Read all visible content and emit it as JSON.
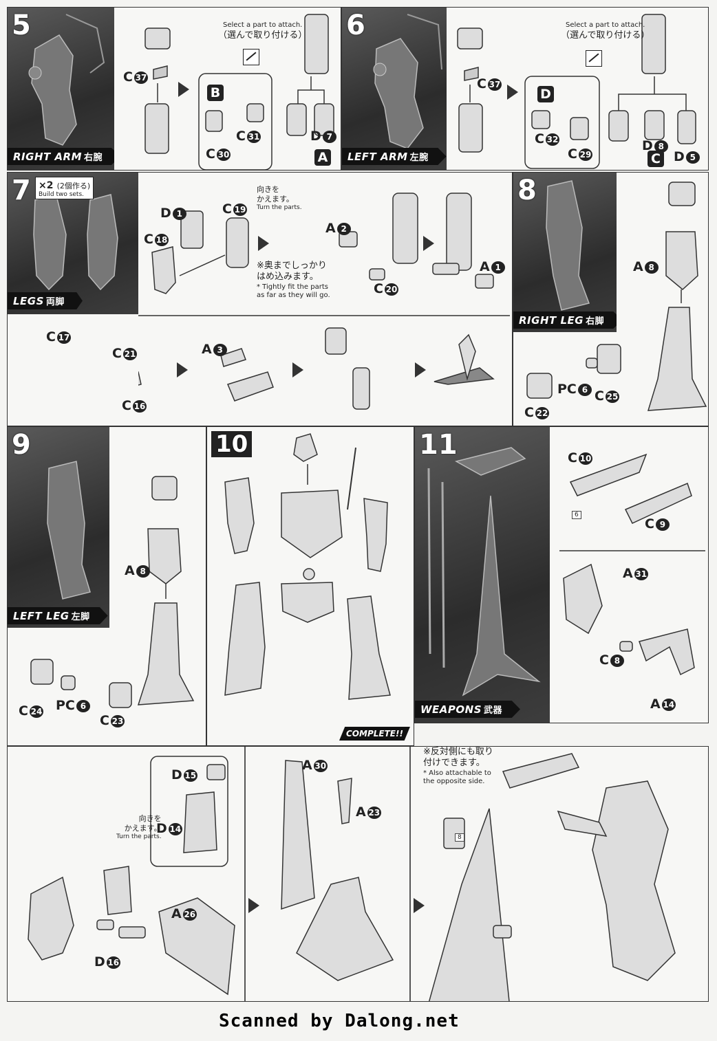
{
  "steps": {
    "s5": {
      "number": "5",
      "tab": "RIGHT ARM",
      "tab_jp": "右腕",
      "note_en": "Select a part to attach.",
      "note_jp": "（選んで取り付ける）",
      "subset_letter": "B",
      "subset_marker": "A",
      "parts": {
        "c37": "C",
        "c37n": "37",
        "c30": "C",
        "c30n": "30",
        "c31": "C",
        "c31n": "31",
        "d7": "D",
        "d7n": "7"
      }
    },
    "s6": {
      "number": "6",
      "tab": "LEFT ARM",
      "tab_jp": "左腕",
      "note_en": "Select a part to attach.",
      "note_jp": "（選んで取り付ける）",
      "subset_letter": "D",
      "subset_marker": "C",
      "parts": {
        "c37": "C",
        "c37n": "37",
        "c32": "C",
        "c32n": "32",
        "c29": "C",
        "c29n": "29",
        "d8": "D",
        "d8n": "8",
        "d5": "D",
        "d5n": "5"
      }
    },
    "s7": {
      "number": "7",
      "times": "×2",
      "times_jp": "(2個作る)",
      "times_en": "Build two sets.",
      "tab": "LEGS",
      "tab_jp": "両脚",
      "turn_jp": "向きを\nかえます。",
      "turn_en": "Turn the parts.",
      "fit_jp": "※奥までしっかり\nはめ込みます。",
      "fit_en": "* Tightly fit the parts\nas far as they will go.",
      "parts": {
        "d1": "D",
        "d1n": "1",
        "c19": "C",
        "c19n": "19",
        "c18": "C",
        "c18n": "18",
        "a2": "A",
        "a2n": "2",
        "c20": "C",
        "c20n": "20",
        "a1": "A",
        "a1n": "1",
        "c17": "C",
        "c17n": "17",
        "c21": "C",
        "c21n": "21",
        "c16": "C",
        "c16n": "16",
        "a3": "A",
        "a3n": "3"
      }
    },
    "s8": {
      "number": "8",
      "tab": "RIGHT LEG",
      "tab_jp": "右脚",
      "parts": {
        "a8": "A",
        "a8n": "8",
        "pc6": "PC",
        "pc6n": "6",
        "c25": "C",
        "c25n": "25",
        "c22": "C",
        "c22n": "22"
      }
    },
    "s9": {
      "number": "9",
      "tab": "LEFT LEG",
      "tab_jp": "左脚",
      "parts": {
        "a8": "A",
        "a8n": "8",
        "c24": "C",
        "c24n": "24",
        "pc6": "PC",
        "pc6n": "6",
        "c23": "C",
        "c23n": "23"
      }
    },
    "s10": {
      "number": "10",
      "complete": "COMPLETE!!"
    },
    "s11": {
      "number": "11",
      "tab": "WEAPONS",
      "tab_jp": "武器",
      "sticker_c10": "6",
      "parts": {
        "c10": "C",
        "c10n": "10",
        "c9": "C",
        "c9n": "9",
        "a31": "A",
        "a31n": "31",
        "c8": "C",
        "c8n": "8",
        "a14": "A",
        "a14n": "14"
      }
    },
    "bottom": {
      "turn_jp": "向きを\nかえます。",
      "turn_en": "Turn the parts.",
      "opposite_jp": "※反対側にも取り\n付けできます。",
      "opposite_en": "* Also attachable to\nthe opposite side.",
      "sticker": "8",
      "parts": {
        "d15": "D",
        "d15n": "15",
        "d14": "D",
        "d14n": "14",
        "a26": "A",
        "a26n": "26",
        "d16": "D",
        "d16n": "16",
        "a30": "A",
        "a30n": "30",
        "a23": "A",
        "a23n": "23"
      }
    }
  },
  "footer": "Scanned by Dalong.net"
}
